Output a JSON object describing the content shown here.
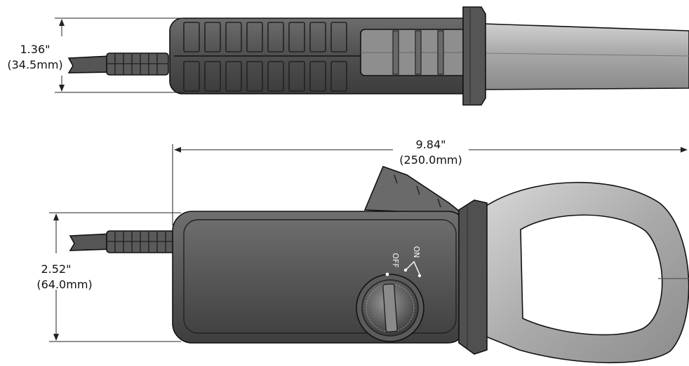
{
  "dimensions": {
    "height_side": {
      "inch": "1.36\"",
      "mm": "(34.5mm)"
    },
    "length": {
      "inch": "9.84\"",
      "mm": "(250.0mm)"
    },
    "width_front": {
      "inch": "2.52\"",
      "mm": "(64.0mm)"
    }
  },
  "switch": {
    "off_label": "OFF",
    "on_label": "ON"
  },
  "colors": {
    "body_dark": "#4a4a4a",
    "body_mid": "#6b6b6b",
    "jaw_light": "#b9b9b9",
    "outline": "#111111"
  }
}
